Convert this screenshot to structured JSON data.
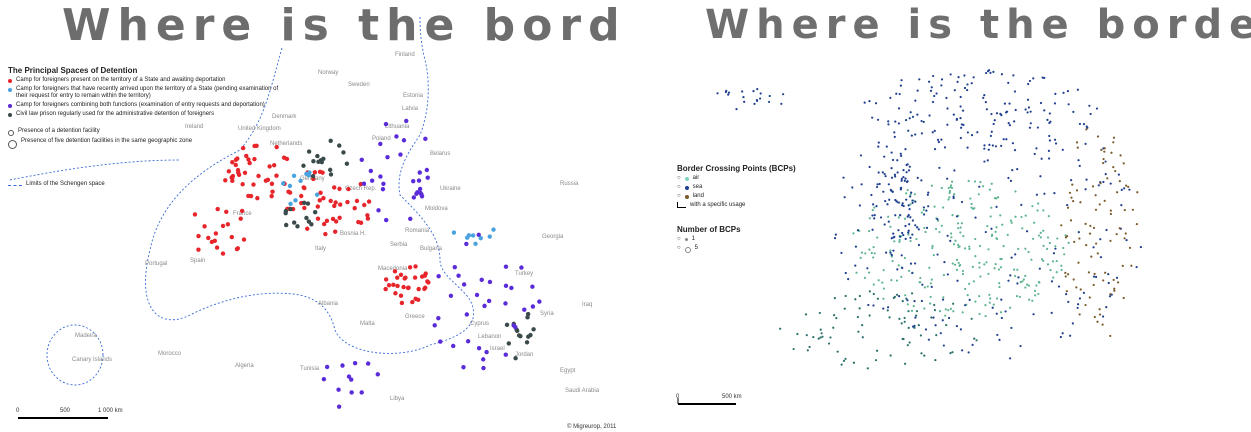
{
  "left": {
    "title": "Where is the border?",
    "legend": {
      "heading": "The Principal Spaces of Detention",
      "items": [
        {
          "label": "Camp for foreigners present on the territory of a State and awaiting deportation",
          "color": "#e8252b"
        },
        {
          "label": "Camp for foreigners that have recently arrived upon the territory of a State (pending examination of their request for entry to remain within the territory)",
          "color": "#4aa3df"
        },
        {
          "label": "Camp for foreigners combining both functions (examination of entry requests and deportation)",
          "color": "#5a2bd8"
        },
        {
          "label": "Civil law prison regularly used for the administrative detention of foreigners",
          "color": "#3a4a4a"
        }
      ],
      "size_items": [
        {
          "label": "Presence of a detention facility"
        },
        {
          "label": "Presence of five detention facilities in the same geographic zone"
        }
      ],
      "schengen": "Limits of the Schengen space"
    },
    "countries": [
      "Finland",
      "Norway",
      "Sweden",
      "Estonia",
      "Latvia",
      "Lithuania",
      "Denmark",
      "Ireland",
      "United Kingdom",
      "Belarus",
      "Netherlands",
      "Poland",
      "Germany",
      "Czech Rep.",
      "Ukraine",
      "Russia",
      "France",
      "Moldova",
      "Romania",
      "Georgia",
      "Portugal",
      "Spain",
      "Italy",
      "Serbia",
      "Bulgaria",
      "Macedonia",
      "Turkey",
      "Greece",
      "Malta",
      "Tunisia",
      "Libya",
      "Algeria",
      "Morocco",
      "Cyprus",
      "Syria",
      "Lebanon",
      "Israel",
      "Jordan",
      "Egypt",
      "Iraq",
      "Saudi Arabia",
      "Madeira",
      "Canary Islands",
      "Albania",
      "Bosnia H."
    ],
    "scale": {
      "zero": "0",
      "mid": "500",
      "end": "1 000 km"
    },
    "credit": "© Migreurop, 2011"
  },
  "right": {
    "title": "Where is the border?",
    "legend": {
      "heading": "Border Crossing Points (BCPs)",
      "items": [
        {
          "label": "air",
          "color": "#7fd3c0"
        },
        {
          "label": "sea",
          "color": "#1f3f8f"
        },
        {
          "label": "land",
          "color": "#7a5a2a"
        }
      ],
      "specific": "with a specific usage",
      "count_heading": "Number of BCPs",
      "counts": [
        {
          "label": "1"
        },
        {
          "label": "5"
        }
      ]
    },
    "scale": {
      "zero": "0",
      "end": "500 km"
    }
  }
}
